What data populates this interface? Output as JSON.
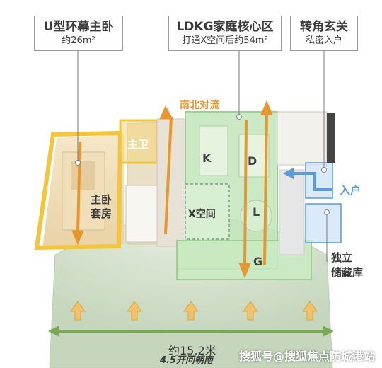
{
  "callouts": {
    "master_bedroom": {
      "title": "U型环幕主卧",
      "sub": "约26m²"
    },
    "ldkg": {
      "title": "LDKG家庭核心区",
      "sub": "打通X空间后约54m²"
    },
    "foyer": {
      "title": "转角玄关",
      "sub": "私密入户"
    }
  },
  "rooms": {
    "master_bath": "主卫",
    "master_suite": "主卧\n套房",
    "k": "K",
    "d": "D",
    "x_space": "X空间",
    "l": "L",
    "g": "G"
  },
  "labels": {
    "ventilation": "南北对流",
    "entry": "入户",
    "storage": "独立\n储藏库",
    "width": "约15.2米",
    "south": "4.5开间朝南"
  },
  "watermark": "搜狐号@搜狐焦点防城港站",
  "colors": {
    "yellow": "#f4c53a",
    "orange_arrow": "#e8962e",
    "green_zone": "#bfe3b8",
    "green_text": "#6e8f3a",
    "blue": "#5a9be0",
    "width_bar": "#7aa65a"
  }
}
